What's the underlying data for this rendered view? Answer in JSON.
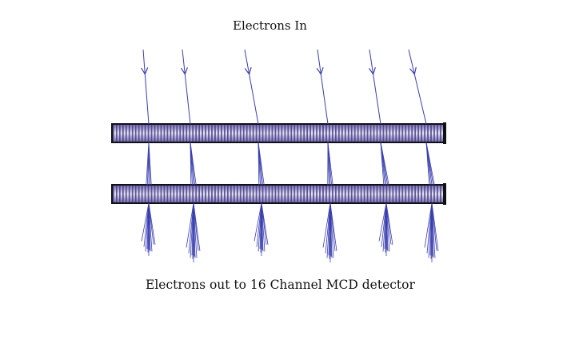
{
  "labels": {
    "top": "Electrons In",
    "bottom": "Electrons out to 16 Channel MCD detector"
  },
  "colors": {
    "background": "#ffffff",
    "electron_trace": "#3a3fb0",
    "plate_frame": "#111111",
    "channel_light": "#e6e6f0",
    "channel_dark": "#4a3f8a"
  },
  "plates": {
    "count": 2,
    "channel_count": 104
  },
  "electron_beams": {
    "count": 6,
    "output_cascade": "fan of secondary electrons exiting each channel below the lower plate"
  }
}
